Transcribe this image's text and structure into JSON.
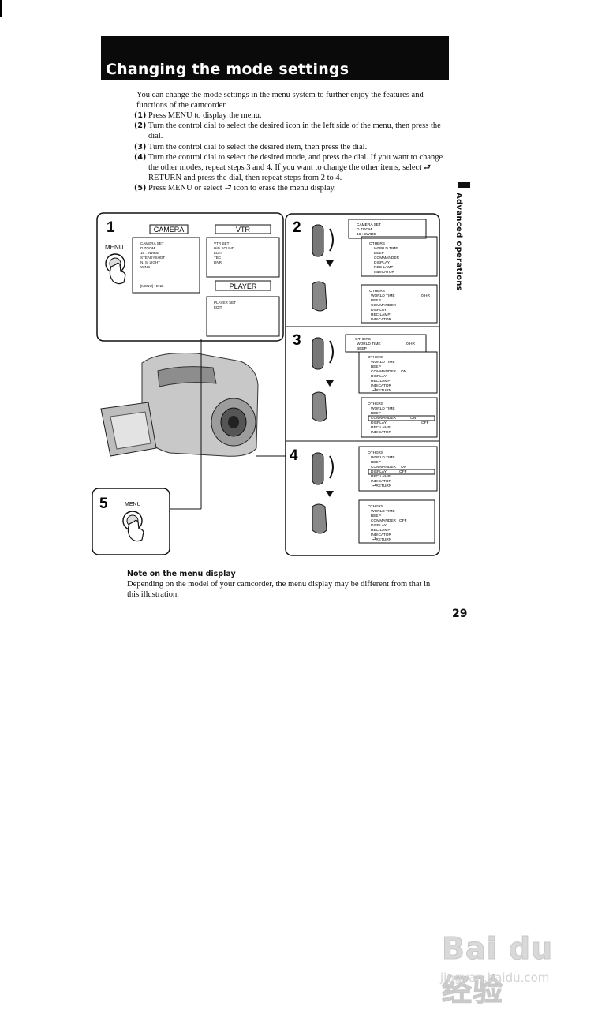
{
  "page": {
    "title": "Changing the mode settings",
    "intro": "You can change the mode settings in the menu system to further enjoy the features and functions of the camcorder.",
    "steps": [
      {
        "num": "(1)",
        "text": "Press MENU to display the menu."
      },
      {
        "num": "(2)",
        "text": "Turn the control dial to select the desired icon in the left side of the menu, then press the dial."
      },
      {
        "num": "(3)",
        "text": "Turn the control dial to select the desired item, then press the dial."
      },
      {
        "num": "(4)",
        "text": "Turn the control dial to select the desired mode, and press the dial. If you want to change the other modes, repeat steps 3 and 4. If you want to change the other items, select ⮐ RETURN and press the dial, then repeat steps from 2 to 4."
      },
      {
        "num": "(5)",
        "text": "Press MENU or select ⮐ icon to erase the menu display."
      }
    ],
    "side_label": "Advanced operations",
    "note_title": "Note on the menu display",
    "note_text": "Depending on the model of your camcorder, the menu display may be different from that in this illustration.",
    "page_number": "29"
  },
  "figure": {
    "panel1": {
      "num": "1",
      "menu_label": "MENU",
      "camera_title": "CAMERA",
      "vtr_title": "VTR",
      "player_title": "PLAYER",
      "camera_lines": [
        "CAMERA SET",
        "D ZOOM",
        "16 : 9WIDE",
        "STEADYSHOT",
        "N. S. LIGHT",
        "WIND",
        "[MENU] : END"
      ],
      "vtr_lines": [
        "VTR SET",
        "HiFi SOUND",
        "EDIT",
        "TBC",
        "DNR"
      ],
      "player_lines": [
        "PLAYER SET",
        "EDIT"
      ]
    },
    "panel2": {
      "num": "2",
      "top_lines": [
        "CAMERA SET",
        "D ZOOM",
        "16 : 9WIDE"
      ],
      "mid_lines": [
        "OTHERS",
        "WORLD TIME",
        "BEEP",
        "COMMANDER",
        "DISPLAY",
        "REC LAMP",
        "INDICATOR"
      ],
      "bot_lines": [
        "OTHERS",
        "WORLD TIME",
        "BEEP",
        "COMMANDER",
        "DISPLAY",
        "REC LAMP",
        "INDICATOR"
      ],
      "bot_value": "0 HR"
    },
    "panel3": {
      "num": "3",
      "top_lines": [
        "OTHERS",
        "WORLD TIME",
        "BEEP"
      ],
      "top_value": "0 HR",
      "mid_lines": [
        "OTHERS",
        "WORLD TIME",
        "BEEP",
        "COMMANDER",
        "DISPLAY",
        "REC LAMP",
        "INDICATOR",
        "⮐RETURN"
      ],
      "mid_value": "ON",
      "bot_lines": [
        "OTHERS",
        "WORLD TIME",
        "BEEP",
        "COMMANDER",
        "DISPLAY",
        "REC LAMP",
        "INDICATOR"
      ],
      "bot_value1": "ON",
      "bot_value2": "OFF"
    },
    "panel4": {
      "num": "4",
      "top_lines": [
        "OTHERS",
        "WORLD TIME",
        "BEEP",
        "COMMANDER",
        "DISPLAY",
        "REC LAMP",
        "INDICATOR",
        "⮐RETURN"
      ],
      "top_value1": "ON",
      "top_value2": "OFF",
      "bot_lines": [
        "OTHERS",
        "WORLD TIME",
        "BEEP",
        "COMMANDER",
        "DISPLAY",
        "REC LAMP",
        "INDICATOR",
        "⮐RETURN"
      ],
      "bot_value": "OFF"
    },
    "panel5": {
      "num": "5",
      "menu_label": "MENU"
    }
  },
  "watermark": {
    "brand": "Bai du 经验",
    "url": "jingyan.baidu.com"
  },
  "colors": {
    "header_bg": "#0a0a0a",
    "header_text": "#ffffff",
    "ink": "#111111"
  }
}
